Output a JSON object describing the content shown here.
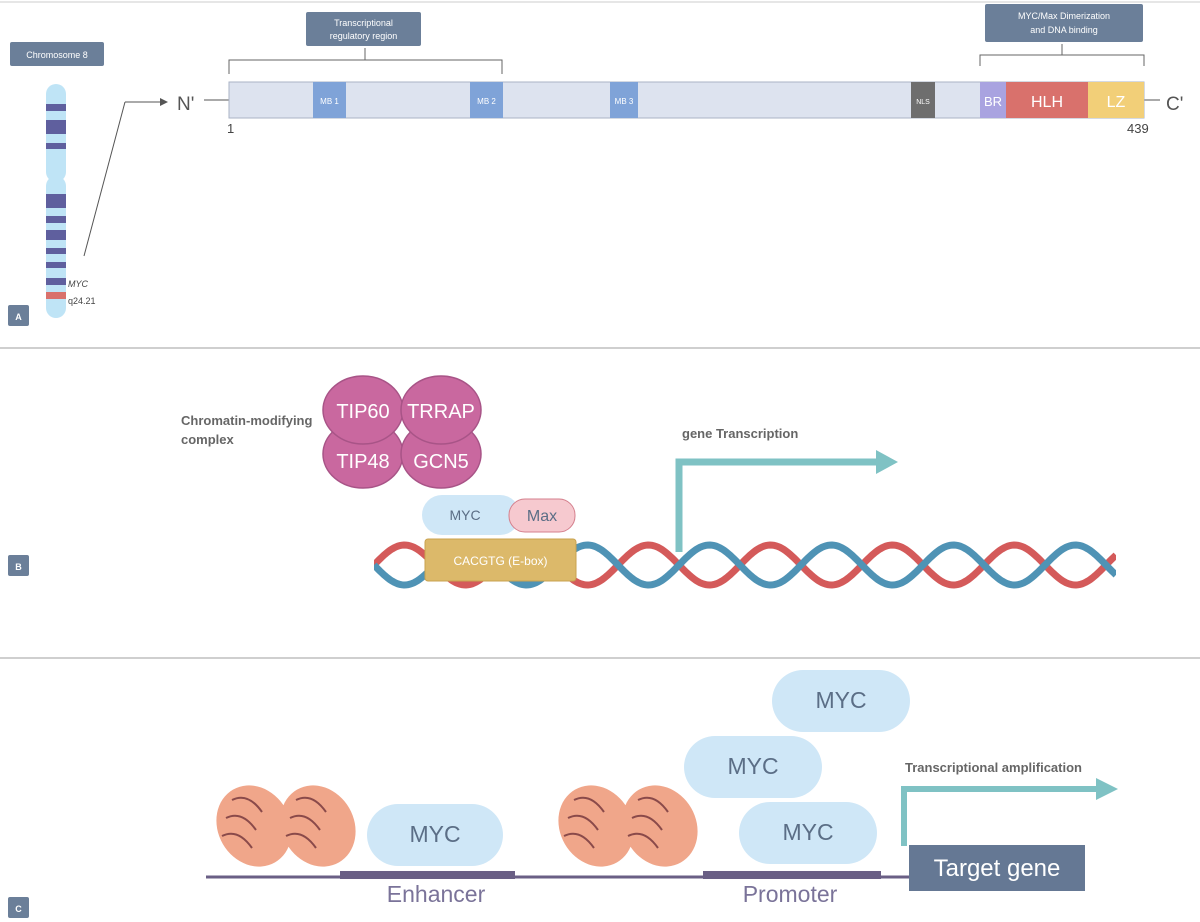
{
  "panel_a": {
    "letter": "A",
    "chromosome_label": "Chromosome 8",
    "gene_label": "MYC",
    "locus_label": "q24.21",
    "n_terminus": "N'",
    "c_terminus": "C'",
    "start_residue": "1",
    "end_residue": "439",
    "region_transcriptional": [
      "Transcriptional",
      "regulatory region"
    ],
    "region_dimerization": [
      "MYC/Max Dimerization",
      "and DNA binding"
    ],
    "domains": {
      "mb1": "MB 1",
      "mb2": "MB 2",
      "mb3": "MB 3",
      "nls": "NLS",
      "br": "BR",
      "hlh": "HLH",
      "lz": "LZ"
    }
  },
  "panel_b": {
    "letter": "B",
    "complex_label": [
      "Chromatin-modifying",
      "complex"
    ],
    "tip60": "TIP60",
    "trrap": "TRRAP",
    "tip48": "TIP48",
    "gcn5": "GCN5",
    "myc": "MYC",
    "max": "Max",
    "ebox": "CACGTG (E-box)",
    "transcription_label": "gene Transcription"
  },
  "panel_c": {
    "letter": "C",
    "myc_enhancer": "MYC",
    "myc_top": "MYC",
    "myc_middle": "MYC",
    "myc_bottom": "MYC",
    "enhancer": "Enhancer",
    "promoter": "Promoter",
    "target_gene": "Target gene",
    "amplification_label": "Transcriptional amplification"
  },
  "colors": {
    "label_box": "#6b7f99",
    "protein_bar": "#dde3ef",
    "mb_box": "#7fa3d8",
    "nls_box": "#6e6e6e",
    "br_box": "#a9a3e0",
    "hlh_box": "#d9716c",
    "lz_box": "#f2cf78",
    "chromosome_light": "#bfe4f6",
    "chromosome_band": "#5f5f9e",
    "myc_bubble": "#cfe7f7",
    "complex": "#c9689f",
    "max_bubble": "#f6c9cf",
    "ebox": "#dcb96a",
    "dna_red": "#d45a5a",
    "dna_blue": "#4f93b5",
    "arrow_teal": "#7fc2c4",
    "nucleosome": "#f0a68a"
  }
}
